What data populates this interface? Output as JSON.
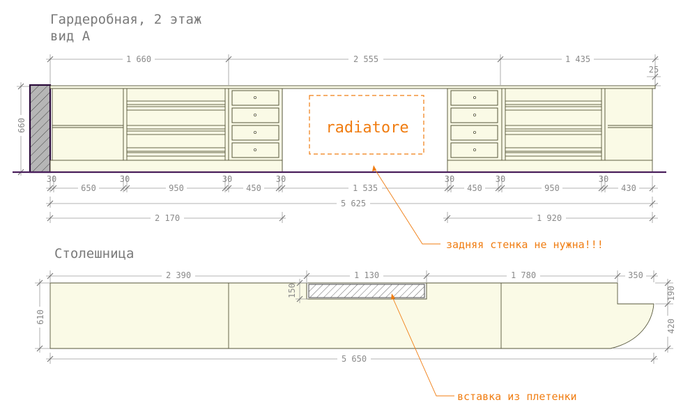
{
  "elevation": {
    "title_line1": "Гардеробная, 2 этаж",
    "title_line2": "вид А",
    "radiator_label": "radiatore",
    "top_dims": {
      "left": "1 660",
      "middle": "2 555",
      "right": "1 435",
      "top_offset": "25"
    },
    "height_dim": "660",
    "bottom_row": {
      "d30a": "30",
      "d650": "650",
      "d30b": "30",
      "d950a": "950",
      "d30c": "30",
      "d450a": "450",
      "d30d": "30",
      "d1535": "1 535",
      "d30e": "30",
      "d450b": "450",
      "d30f": "30",
      "d950b": "950",
      "d30g": "30",
      "d430": "430"
    },
    "overall": "5 625",
    "left_section": "2 170",
    "right_section": "1 920",
    "note_back": "задняя стенка не нужна!!!"
  },
  "countertop": {
    "title": "Столешница",
    "top_dims": {
      "a": "2 390",
      "b": "1 130",
      "c": "1 780",
      "d": "350"
    },
    "insert_depth": "150",
    "depth": "610",
    "right_top": "190",
    "right_curve": "420",
    "overall": "5 650",
    "note_insert": "вставка из  плетенки"
  },
  "colors": {
    "panel_fill": "#fafae6",
    "annotation": "#f07d12",
    "floor_line": "#4a1f5c",
    "wall_fill": "#b6b6b6"
  }
}
